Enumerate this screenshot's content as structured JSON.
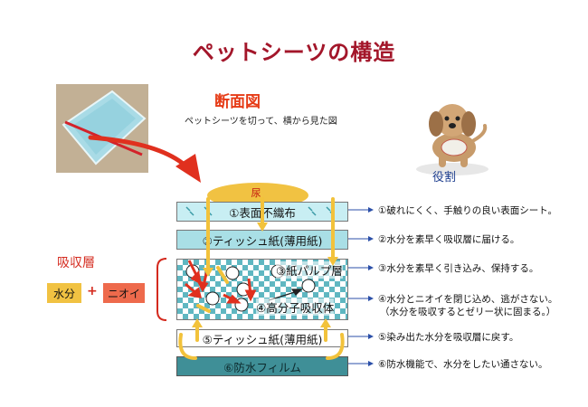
{
  "title": "ペットシーツの構造",
  "section": {
    "title": "断面図",
    "subtitle": "ペットシーツを切って、横から見た図"
  },
  "role_label": "役割",
  "urine_label": "尿",
  "absorb": {
    "label": "吸収層",
    "water": "水分",
    "plus": "+",
    "odor": "ニオイ"
  },
  "layers": [
    {
      "label": "①表面不織布"
    },
    {
      "label": "②ティッシュ紙(薄用紙)"
    },
    {
      "label": "③紙パルプ層"
    },
    {
      "label": "④高分子吸収体"
    },
    {
      "label": "⑤ティッシュ紙(薄用紙)"
    },
    {
      "label": "⑥防水フィルム"
    }
  ],
  "descriptions": [
    "①破れにくく、手触りの良い表面シート。",
    "②水分を素早く吸収層に届ける。",
    "③水分を素早く引き込み、保持する。",
    "④水分とニオイを閉じ込め、逃がさない。",
    "（水分を吸収するとゼリー状に固まる。）",
    "⑤染み出た水分を吸収層に戻す。",
    "⑥防水機能で、水分をしたい通さない。"
  ],
  "colors": {
    "title": "#a3162a",
    "section_title": "#e63b16",
    "urine": "#f1c242",
    "arrow_red": "#e0301e",
    "arrow_yellow": "#f2c23b",
    "pointer_blue": "#2b4fa8",
    "film": "#3f8f97"
  }
}
